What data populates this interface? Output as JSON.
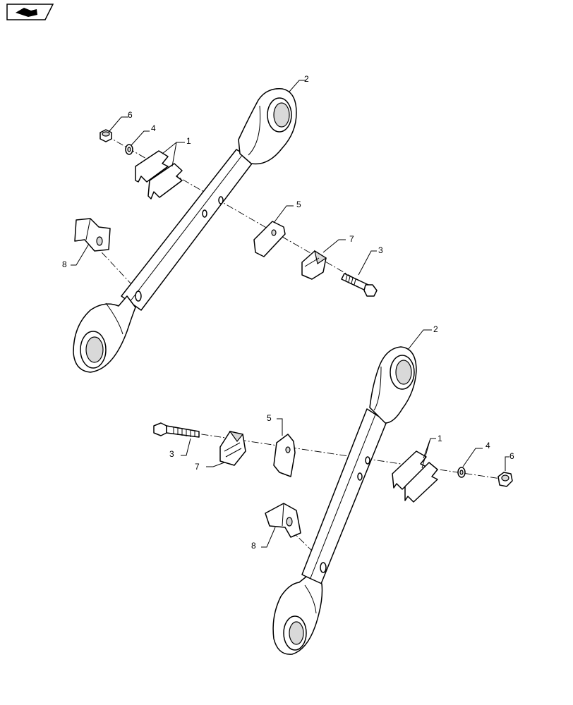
{
  "nav_icon": "arrow-sheet-icon",
  "callouts": {
    "top_1": "1",
    "top_2": "2",
    "top_3": "3",
    "top_4": "4",
    "top_5": "5",
    "top_6": "6",
    "top_7": "7",
    "top_8": "8",
    "bot_1": "1",
    "bot_2": "2",
    "bot_3": "3",
    "bot_4": "4",
    "bot_5": "5",
    "bot_6": "6",
    "bot_7": "7",
    "bot_8": "8"
  }
}
